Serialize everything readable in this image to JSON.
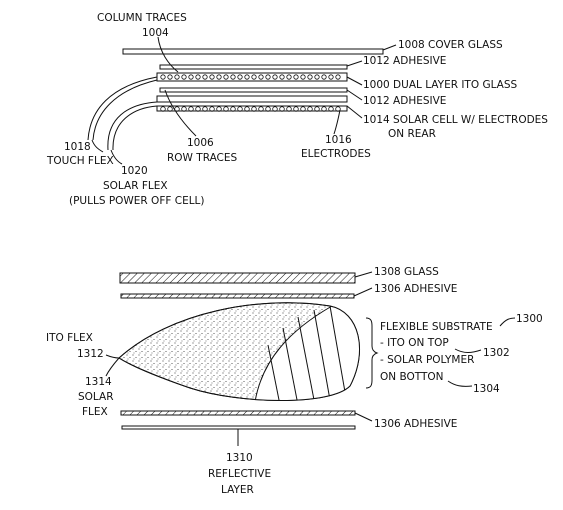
{
  "figure_top": {
    "column_traces": "COLUMN TRACES",
    "ref_1004": "1004",
    "cover_glass": "1008 COVER GLASS",
    "adhesive_top": "1012 ADHESIVE",
    "dual_layer_ito": "1000 DUAL LAYER ITO GLASS",
    "adhesive_bottom": "1012 ADHESIVE",
    "solar_cell_line1": "1014 SOLAR CELL W/ ELECTRODES",
    "solar_cell_line2": "ON REAR",
    "ref_1016": "1016",
    "electrodes": "ELECTRODES",
    "ref_1006": "1006",
    "row_traces": "ROW TRACES",
    "ref_1018": "1018",
    "touch_flex": "TOUCH FLEX",
    "ref_1020": "1020",
    "solar_flex": "SOLAR FLEX",
    "pulls_power": "(PULLS POWER OFF CELL)"
  },
  "figure_bottom": {
    "glass": "1308 GLASS",
    "adhesive_top": "1306 ADHESIVE",
    "ito_flex": "ITO FLEX",
    "ref_1312": "1312",
    "ref_1314": "1314",
    "solar": "SOLAR",
    "flex": "FLEX",
    "flexible_substrate": "FLEXIBLE SUBSTRATE",
    "ref_1300": "1300",
    "ito_on_top": "- ITO ON TOP",
    "solar_polymer": "- SOLAR POLYMER",
    "ref_1302": "1302",
    "on_botton": "ON BOTTON",
    "ref_1304": "1304",
    "adhesive_bottom": "1306 ADHESIVE",
    "ref_1310": "1310",
    "reflective": "REFLECTIVE",
    "layer": "LAYER"
  }
}
